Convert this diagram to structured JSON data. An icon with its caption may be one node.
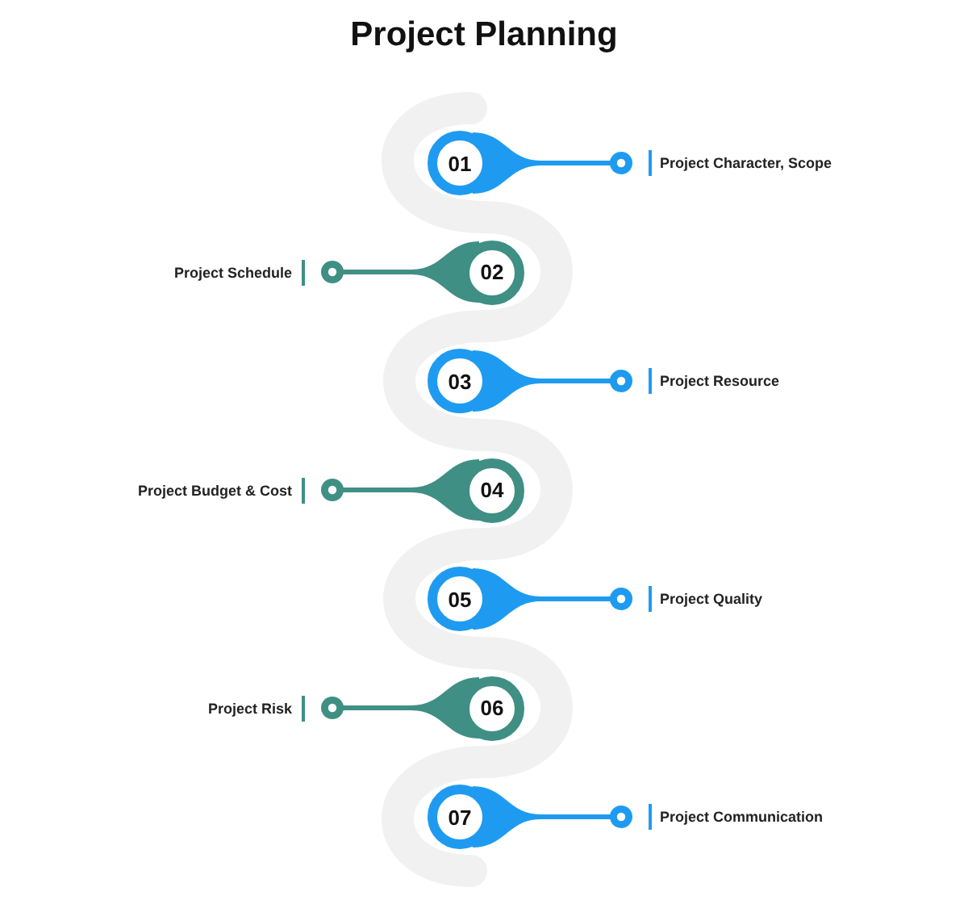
{
  "diagram": {
    "title": "Project Planning",
    "nodes": [
      {
        "text": [
          "01"
        ]
      },
      {
        "text": [
          "02"
        ]
      },
      {
        "text": [
          "03"
        ]
      },
      {
        "text": [
          "04"
        ]
      },
      {
        "text": [
          "05"
        ]
      },
      {
        "text": [
          "06"
        ]
      },
      {
        "text": [
          "07"
        ]
      },
      {
        "text": [
          "Project Character, Scope"
        ]
      },
      {
        "text": [
          "Project Schedule"
        ]
      },
      {
        "text": [
          "Project Resource"
        ]
      },
      {
        "text": [
          "Project Budget & Cost"
        ]
      },
      {
        "text": [
          "Project Quality"
        ]
      },
      {
        "text": [
          "Project Risk"
        ]
      },
      {
        "text": [
          "Project Communication"
        ]
      }
    ],
    "edges": [
      {
        "from": 0,
        "to": 7,
        "arrow": "other"
      },
      {
        "from": 1,
        "to": 8,
        "arrow": "other",
        "color": "#3f8f84"
      },
      {
        "from": 2,
        "to": 9,
        "arrow": "other"
      },
      {
        "from": 3,
        "to": 10,
        "arrow": "other",
        "color": "#3f8f84"
      },
      {
        "from": 4,
        "to": 11,
        "arrow": "other"
      },
      {
        "from": 5,
        "to": 12,
        "arrow": "other",
        "color": "#3f8f84"
      },
      {
        "from": 6,
        "to": 13,
        "arrow": "other"
      }
    ]
  }
}
